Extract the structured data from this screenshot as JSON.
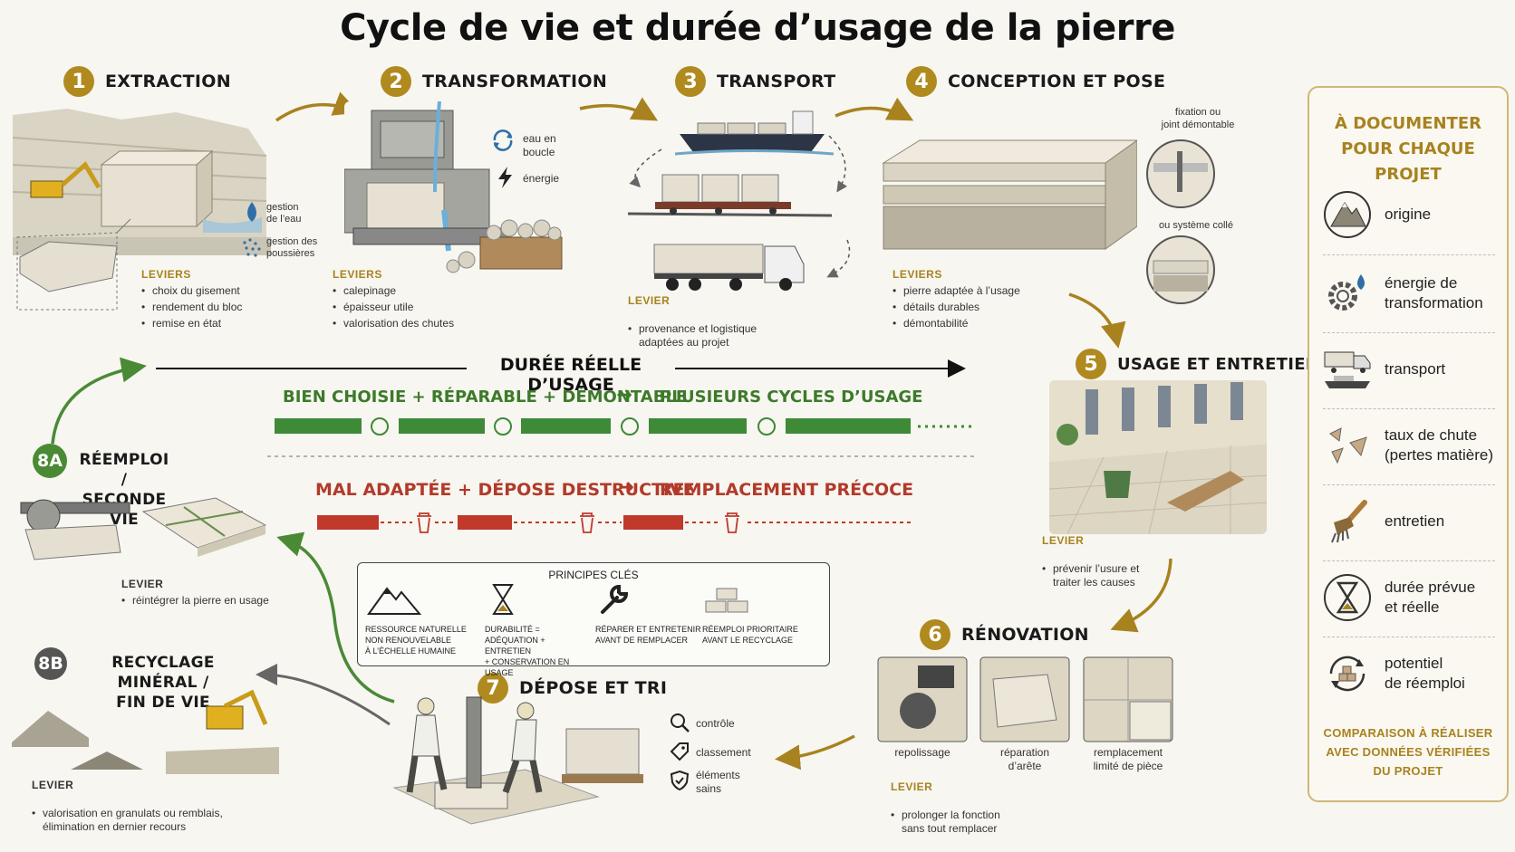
{
  "title": "Cycle de vie et durée d’usage de la pierre",
  "steps": {
    "s1": {
      "num": "1",
      "title": "EXTRACTION",
      "lev_title": "LEVIERS",
      "items": [
        "choix du gisement",
        "rendement du bloc",
        "remise en état"
      ],
      "notes": {
        "water": "gestion\nde l’eau",
        "dust": "gestion des\npoussières"
      }
    },
    "s2": {
      "num": "2",
      "title": "TRANSFORMATION",
      "lev_title": "LEVIERS",
      "items": [
        "calepinage",
        "épaisseur utile",
        "valorisation des chutes"
      ],
      "notes": {
        "water": "eau en\nboucle",
        "energy": "énergie"
      }
    },
    "s3": {
      "num": "3",
      "title": "TRANSPORT",
      "lev_title": "LEVIER",
      "items": [
        "provenance et logistique\nadaptées au projet"
      ]
    },
    "s4": {
      "num": "4",
      "title": "CONCEPTION ET POSE",
      "lev_title": "LEVIERS",
      "items": [
        "pierre adaptée à l’usage",
        "détails durables",
        "démontabilité"
      ],
      "notes": {
        "fix": "fixation ou\njoint démontable",
        "glued": "ou système collé"
      }
    },
    "s5": {
      "num": "5",
      "title": "USAGE ET ENTRETIEN",
      "lev_title": "LEVIER",
      "items": [
        "prévenir l’usure et\ntraiter les causes"
      ]
    },
    "s6": {
      "num": "6",
      "title": "RÉNOVATION",
      "lev_title": "LEVIER",
      "items": [
        "prolonger la fonction\nsans tout remplacer"
      ],
      "captions": [
        "repolissage",
        "réparation\nd’arête",
        "remplacement\nlimité de pièce"
      ]
    },
    "s7": {
      "num": "7",
      "title": "DÉPOSE ET TRI",
      "checks": [
        "contrôle",
        "classement",
        "éléments\nsains"
      ]
    },
    "s8a": {
      "num": "8A",
      "title": "RÉEMPLOI /\nSECONDE VIE",
      "lev_title": "LEVIER",
      "items": [
        "réintégrer la pierre en usage"
      ]
    },
    "s8b": {
      "num": "8B",
      "title": "RECYCLAGE MINÉRAL /\nFIN DE VIE",
      "lev_title": "LEVIER",
      "items": [
        "valorisation en granulats ou remblais,\nélimination en dernier recours"
      ]
    }
  },
  "duration": {
    "title": "DURÉE RÉELLE D’USAGE",
    "good_left": "BIEN CHOISIE + RÉPARABLE + DÉMONTABLE",
    "good_right": "PLUSIEURS CYCLES D’USAGE",
    "bad_left": "MAL ADAPTÉE + DÉPOSE DESTRUCTIVE",
    "bad_right": "REMPLACEMENT PRÉCOCE"
  },
  "principles": {
    "title": "PRINCIPES CLÉS",
    "items": [
      {
        "icon": "mountain-icon",
        "text": "Ressource naturelle\nnon renouvelable\nà l’échelle humaine"
      },
      {
        "icon": "hourglass-icon",
        "text": "Durabilité =\nadéquation + entretien\n+ conservation en usage"
      },
      {
        "icon": "wrench-icon",
        "text": "Réparer et entretenir\navant de remplacer"
      },
      {
        "icon": "stone-stack-icon",
        "text": "Réemploi prioritaire\navant le recyclage"
      }
    ]
  },
  "panel": {
    "title": "À DOCUMENTER\nPOUR CHAQUE PROJET",
    "items": [
      {
        "icon": "mountain-icon",
        "label": "origine"
      },
      {
        "icon": "gear-drop-icon",
        "label": "énergie de\ntransformation"
      },
      {
        "icon": "truck-ship-icon",
        "label": "transport"
      },
      {
        "icon": "stone-shards-icon",
        "label": "taux de chute\n(pertes matière)"
      },
      {
        "icon": "brush-icon",
        "label": "entretien"
      },
      {
        "icon": "hourglass-icon",
        "label": "durée prévue\net réelle"
      },
      {
        "icon": "reuse-cycle-icon",
        "label": "potentiel\nde réemploi"
      }
    ],
    "footer": "COMPARAISON À RÉALISER\nAVEC DONNÉES VÉRIFIÉES\nDU PROJET"
  },
  "colors": {
    "gold": "#b08a1e",
    "green": "#3d7a2a",
    "red": "#b23a2a",
    "dark": "#555555"
  }
}
